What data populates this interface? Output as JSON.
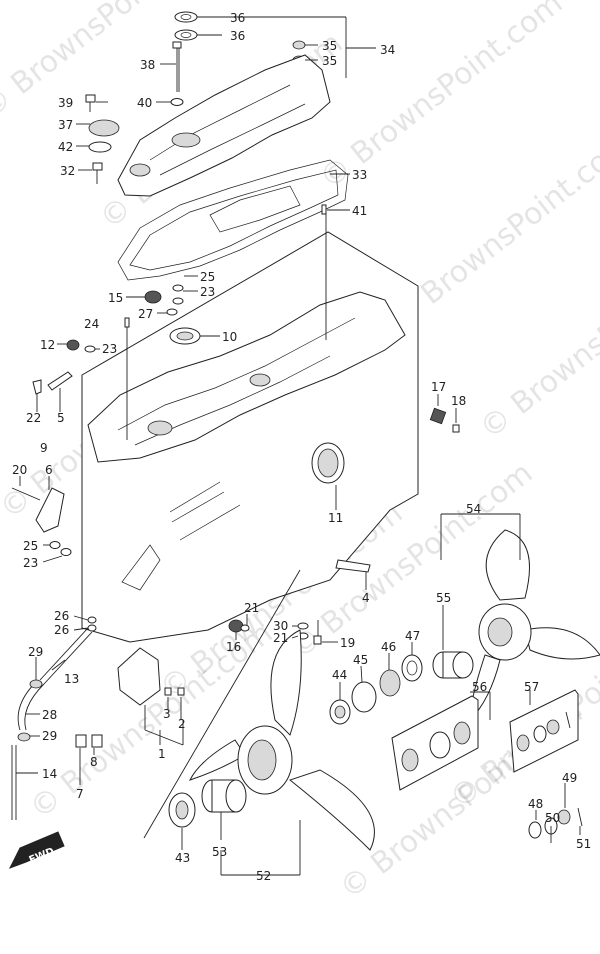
{
  "watermark": "© BrownsPoint.com",
  "fwd_label": "FWD",
  "labels": [
    {
      "id": "36a",
      "text": "36"
    },
    {
      "id": "36b",
      "text": "36"
    },
    {
      "id": "35a",
      "text": "35"
    },
    {
      "id": "35b",
      "text": "35"
    },
    {
      "id": "34",
      "text": "34"
    },
    {
      "id": "38",
      "text": "38"
    },
    {
      "id": "39",
      "text": "39"
    },
    {
      "id": "40",
      "text": "40"
    },
    {
      "id": "37",
      "text": "37"
    },
    {
      "id": "42",
      "text": "42"
    },
    {
      "id": "32",
      "text": "32"
    },
    {
      "id": "33",
      "text": "33"
    },
    {
      "id": "41",
      "text": "41"
    },
    {
      "id": "25a",
      "text": "25"
    },
    {
      "id": "23a",
      "text": "23"
    },
    {
      "id": "15",
      "text": "15"
    },
    {
      "id": "27",
      "text": "27"
    },
    {
      "id": "24",
      "text": "24"
    },
    {
      "id": "10",
      "text": "10"
    },
    {
      "id": "12",
      "text": "12"
    },
    {
      "id": "23b",
      "text": "23"
    },
    {
      "id": "22",
      "text": "22"
    },
    {
      "id": "5",
      "text": "5"
    },
    {
      "id": "9",
      "text": "9"
    },
    {
      "id": "17",
      "text": "17"
    },
    {
      "id": "18",
      "text": "18"
    },
    {
      "id": "20",
      "text": "20"
    },
    {
      "id": "6",
      "text": "6"
    },
    {
      "id": "11",
      "text": "11"
    },
    {
      "id": "25b",
      "text": "25"
    },
    {
      "id": "23c",
      "text": "23"
    },
    {
      "id": "54",
      "text": "54"
    },
    {
      "id": "4",
      "text": "4"
    },
    {
      "id": "55",
      "text": "55"
    },
    {
      "id": "26a",
      "text": "26"
    },
    {
      "id": "26b",
      "text": "26"
    },
    {
      "id": "21a",
      "text": "21"
    },
    {
      "id": "16",
      "text": "16"
    },
    {
      "id": "30",
      "text": "30"
    },
    {
      "id": "21b",
      "text": "21"
    },
    {
      "id": "19",
      "text": "19"
    },
    {
      "id": "29a",
      "text": "29"
    },
    {
      "id": "13",
      "text": "13"
    },
    {
      "id": "47",
      "text": "47"
    },
    {
      "id": "46",
      "text": "46"
    },
    {
      "id": "45",
      "text": "45"
    },
    {
      "id": "44",
      "text": "44"
    },
    {
      "id": "56",
      "text": "56"
    },
    {
      "id": "57",
      "text": "57"
    },
    {
      "id": "3",
      "text": "3"
    },
    {
      "id": "2",
      "text": "2"
    },
    {
      "id": "28",
      "text": "28"
    },
    {
      "id": "29b",
      "text": "29"
    },
    {
      "id": "8",
      "text": "8"
    },
    {
      "id": "1",
      "text": "1"
    },
    {
      "id": "14",
      "text": "14"
    },
    {
      "id": "7",
      "text": "7"
    },
    {
      "id": "49",
      "text": "49"
    },
    {
      "id": "48",
      "text": "48"
    },
    {
      "id": "50",
      "text": "50"
    },
    {
      "id": "51",
      "text": "51"
    },
    {
      "id": "43",
      "text": "43"
    },
    {
      "id": "53",
      "text": "53"
    },
    {
      "id": "52",
      "text": "52"
    }
  ]
}
